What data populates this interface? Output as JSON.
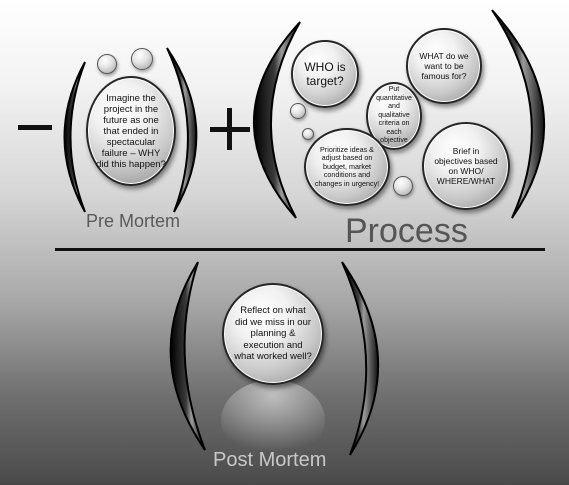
{
  "pre_mortem": {
    "bubble_text": "Imagine the project in the future as one that ended in spectacular failure – WHY did this happen?",
    "caption": "Pre Mortem"
  },
  "process": {
    "title": "Process",
    "bubbles": {
      "who": "WHO is target?",
      "what": "WHAT do we want to be famous for?",
      "criteria": "Put quantitative and qualitative criteria on each objective",
      "prioritize": "Prioritize ideas & adjust based on budget, market conditions and changes in urgency!",
      "brief": "Brief in objectives based on WHO/ WHERE/WHAT"
    }
  },
  "post_mortem": {
    "bubble_text": "Reflect on what did we miss in our planning & execution and what worked well?",
    "caption": "Post Mortem"
  },
  "operators": {
    "minus": "−",
    "plus": "+"
  },
  "colors": {
    "paren": "#1a1a1a",
    "paren_highlight": "#8a8a8a",
    "caption": "#5a5a5a",
    "post_caption": "#c8c8c8"
  }
}
